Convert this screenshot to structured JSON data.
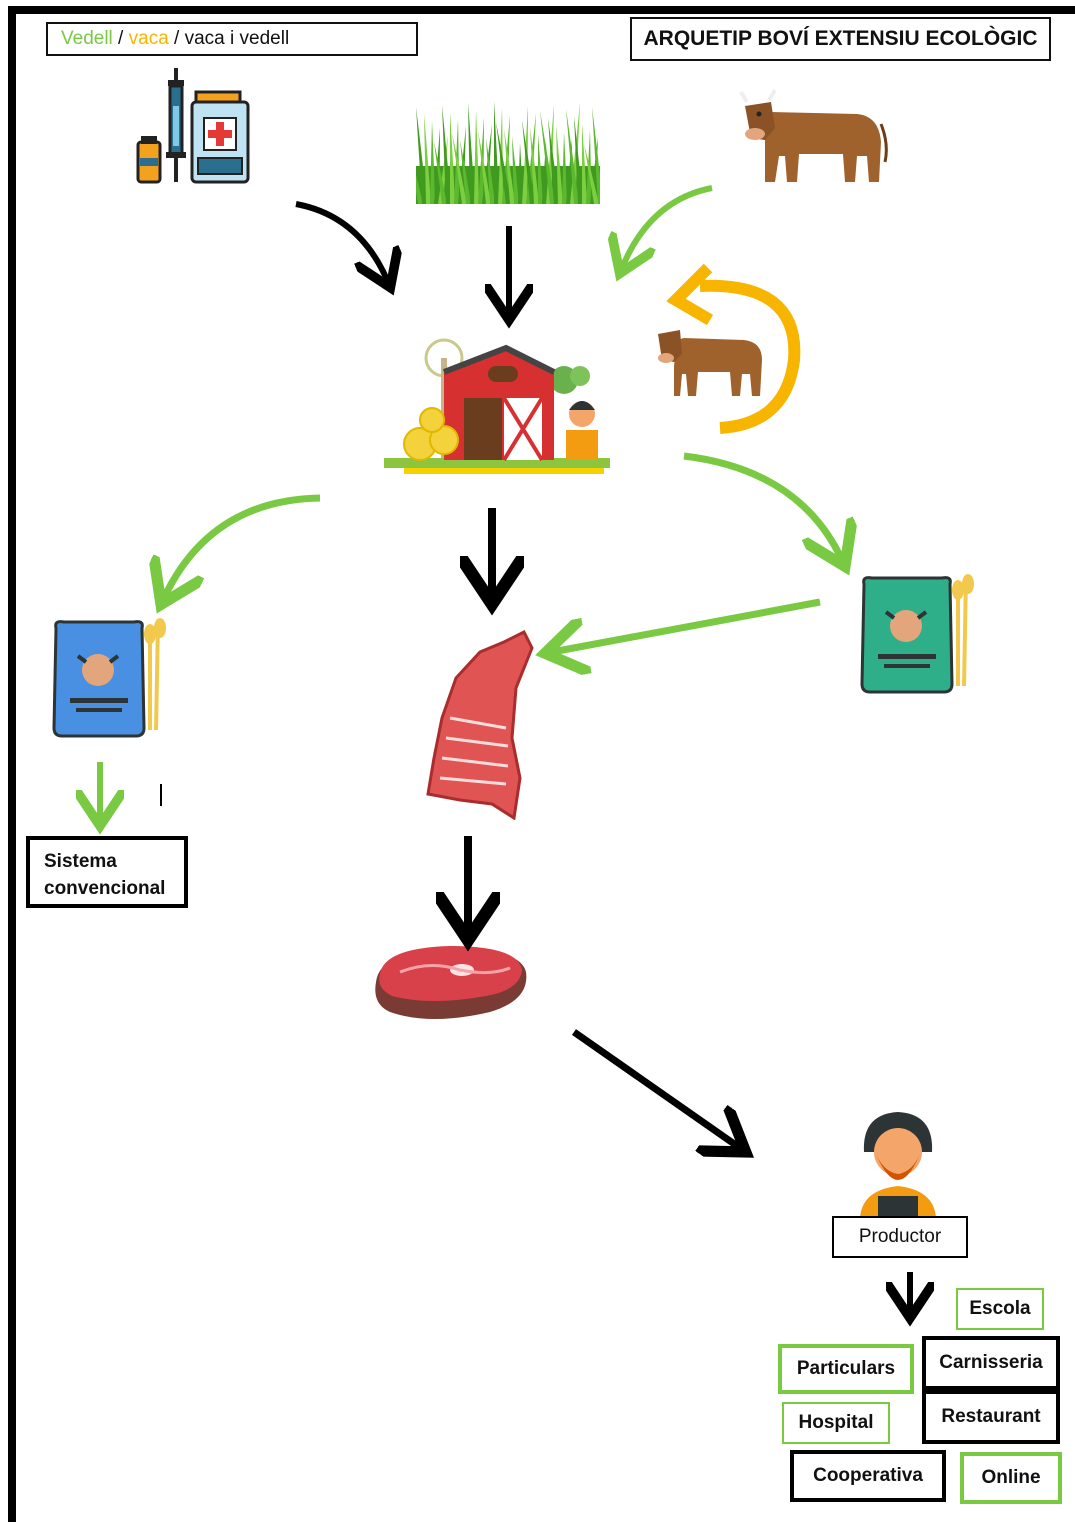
{
  "title": "ARQUETIP BOVÍ EXTENSIU ECOLÒGIC",
  "legend": {
    "calf": "Vedell",
    "sep1": " / ",
    "cow": "vaca",
    "sep2": " / ",
    "both": "vaca i vedell"
  },
  "legend_colors": {
    "calf": "#7ac943",
    "cow": "#f7b500",
    "both": "#111111"
  },
  "labels": {
    "conventional": "Sistema convencional",
    "producer": "Productor",
    "school": "Escola",
    "individuals": "Particulars",
    "butcher": "Carnisseria",
    "hospital": "Hospital",
    "restaurant": "Restaurant",
    "cooperative": "Cooperativa",
    "online": "Online"
  },
  "icons": [
    "medicine-icon",
    "grass-icon",
    "cow-icon",
    "farm-icon",
    "cow-cycle-icon",
    "feed-bag-blue-icon",
    "feed-bag-green-icon",
    "carcass-icon",
    "steak-icon",
    "farmer-icon"
  ]
}
